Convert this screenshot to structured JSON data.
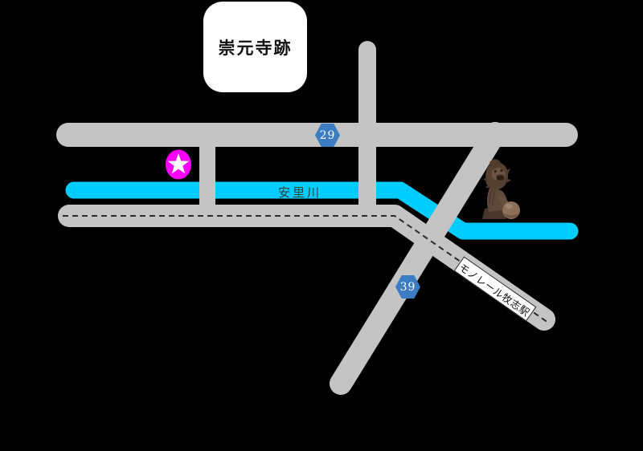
{
  "colors": {
    "background": "#000000",
    "road": "#c4c4c4",
    "river": "#00ccff",
    "badge_blue": "#3c7cc2",
    "marker_magenta": "#ff00ff",
    "label_background": "#ffffff",
    "centerline_dash": "#2b2b2b"
  },
  "title_box": {
    "label": "崇元寺跡"
  },
  "river": {
    "name": "安里川"
  },
  "routes": [
    {
      "number": "29"
    },
    {
      "number": "39"
    }
  ],
  "station": {
    "label": "モノレール牧志駅"
  },
  "marker": {
    "symbol": "white-star-on-magenta-circle"
  },
  "statue": {
    "name": "shisa-statue"
  }
}
